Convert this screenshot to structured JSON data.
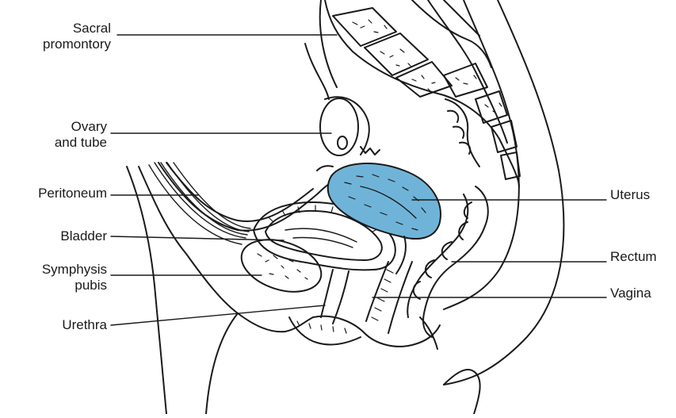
{
  "diagram": {
    "uterus_fill": "#6fb4d8",
    "line_color": "#1a1a1a",
    "labels": {
      "sacral_promontory": [
        "Sacral",
        "promontory"
      ],
      "ovary_and_tube": [
        "Ovary",
        "and tube"
      ],
      "peritoneum": "Peritoneum",
      "bladder": "Bladder",
      "symphysis_pubis": [
        "Symphysis",
        "pubis"
      ],
      "urethra": "Urethra",
      "uterus": "Uterus",
      "rectum": "Rectum",
      "vagina": "Vagina"
    }
  }
}
